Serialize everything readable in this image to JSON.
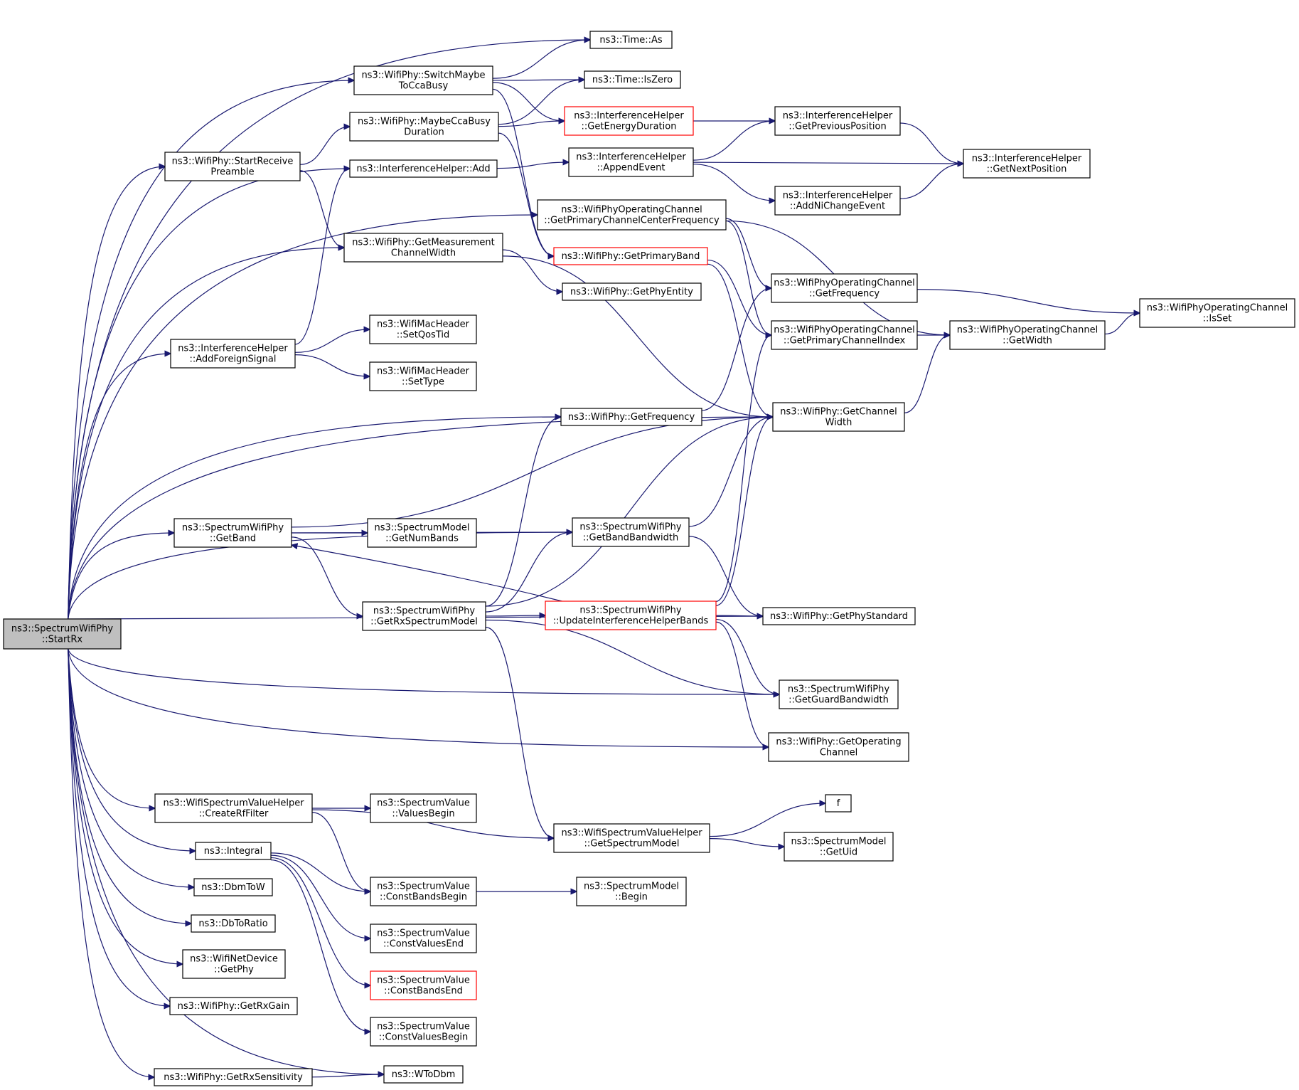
{
  "diagram": {
    "type": "call-graph",
    "root": "startrx",
    "colors": {
      "edge": "#191970",
      "node_border": "#000000",
      "truncated_border": "#ff0000",
      "root_fill": "#bfbfbf"
    },
    "nodes": [
      {
        "id": "startrx",
        "lines": [
          "ns3::SpectrumWifiPhy",
          "::StartRx"
        ],
        "root": true
      },
      {
        "id": "time-as",
        "lines": [
          "ns3::Time::As"
        ]
      },
      {
        "id": "switch-maybe-cca",
        "lines": [
          "ns3::WifiPhy::SwitchMaybe",
          "ToCcaBusy"
        ]
      },
      {
        "id": "time-iszero",
        "lines": [
          "ns3::Time::IsZero"
        ]
      },
      {
        "id": "maybe-cca-duration",
        "lines": [
          "ns3::WifiPhy::MaybeCcaBusy",
          "Duration"
        ]
      },
      {
        "id": "get-energy-duration",
        "lines": [
          "ns3::InterferenceHelper",
          "::GetEnergyDuration"
        ],
        "truncated": true
      },
      {
        "id": "get-previous-position",
        "lines": [
          "ns3::InterferenceHelper",
          "::GetPreviousPosition"
        ]
      },
      {
        "id": "start-receive-preamble",
        "lines": [
          "ns3::WifiPhy::StartReceive",
          "Preamble"
        ]
      },
      {
        "id": "ih-add",
        "lines": [
          "ns3::InterferenceHelper::Add"
        ]
      },
      {
        "id": "append-event",
        "lines": [
          "ns3::InterferenceHelper",
          "::AppendEvent"
        ]
      },
      {
        "id": "get-next-position",
        "lines": [
          "ns3::InterferenceHelper",
          "::GetNextPosition"
        ]
      },
      {
        "id": "add-ni-change-event",
        "lines": [
          "ns3::InterferenceHelper",
          "::AddNiChangeEvent"
        ]
      },
      {
        "id": "get-primary-channel-center-freq",
        "lines": [
          "ns3::WifiPhyOperatingChannel",
          "::GetPrimaryChannelCenterFrequency"
        ]
      },
      {
        "id": "get-measurement-channel-width",
        "lines": [
          "ns3::WifiPhy::GetMeasurement",
          "ChannelWidth"
        ]
      },
      {
        "id": "get-primary-band",
        "lines": [
          "ns3::WifiPhy::GetPrimaryBand"
        ],
        "truncated": true
      },
      {
        "id": "opch-get-frequency",
        "lines": [
          "ns3::WifiPhyOperatingChannel",
          "::GetFrequency"
        ]
      },
      {
        "id": "opch-isset",
        "lines": [
          "ns3::WifiPhyOperatingChannel",
          "::IsSet"
        ]
      },
      {
        "id": "get-phy-entity",
        "lines": [
          "ns3::WifiPhy::GetPhyEntity"
        ]
      },
      {
        "id": "opch-get-primary-channel-index",
        "lines": [
          "ns3::WifiPhyOperatingChannel",
          "::GetPrimaryChannelIndex"
        ]
      },
      {
        "id": "opch-get-width",
        "lines": [
          "ns3::WifiPhyOperatingChannel",
          "::GetWidth"
        ]
      },
      {
        "id": "add-foreign-signal",
        "lines": [
          "ns3::InterferenceHelper",
          "::AddForeignSignal"
        ]
      },
      {
        "id": "set-qos-tid",
        "lines": [
          "ns3::WifiMacHeader",
          "::SetQosTid"
        ]
      },
      {
        "id": "set-type",
        "lines": [
          "ns3::WifiMacHeader",
          "::SetType"
        ]
      },
      {
        "id": "wifiphy-get-frequency",
        "lines": [
          "ns3::WifiPhy::GetFrequency"
        ]
      },
      {
        "id": "get-channel-width",
        "lines": [
          "ns3::WifiPhy::GetChannel",
          "Width"
        ]
      },
      {
        "id": "spectrum-get-band",
        "lines": [
          "ns3::SpectrumWifiPhy",
          "::GetBand"
        ]
      },
      {
        "id": "get-num-bands",
        "lines": [
          "ns3::SpectrumModel",
          "::GetNumBands"
        ]
      },
      {
        "id": "get-band-bandwidth",
        "lines": [
          "ns3::SpectrumWifiPhy",
          "::GetBandBandwidth"
        ]
      },
      {
        "id": "get-rx-spectrum-model",
        "lines": [
          "ns3::SpectrumWifiPhy",
          "::GetRxSpectrumModel"
        ]
      },
      {
        "id": "update-interference-helper-bands",
        "lines": [
          "ns3::SpectrumWifiPhy",
          "::UpdateInterferenceHelperBands"
        ],
        "truncated": true
      },
      {
        "id": "get-phy-standard",
        "lines": [
          "ns3::WifiPhy::GetPhyStandard"
        ]
      },
      {
        "id": "get-guard-bandwidth",
        "lines": [
          "ns3::SpectrumWifiPhy",
          "::GetGuardBandwidth"
        ]
      },
      {
        "id": "get-operating-channel",
        "lines": [
          "ns3::WifiPhy::GetOperating",
          "Channel"
        ]
      },
      {
        "id": "create-rf-filter",
        "lines": [
          "ns3::WifiSpectrumValueHelper",
          "::CreateRfFilter"
        ]
      },
      {
        "id": "values-begin",
        "lines": [
          "ns3::SpectrumValue",
          "::ValuesBegin"
        ]
      },
      {
        "id": "f",
        "lines": [
          "f"
        ]
      },
      {
        "id": "get-spectrum-model",
        "lines": [
          "ns3::WifiSpectrumValueHelper",
          "::GetSpectrumModel"
        ]
      },
      {
        "id": "get-uid",
        "lines": [
          "ns3::SpectrumModel",
          "::GetUid"
        ]
      },
      {
        "id": "integral",
        "lines": [
          "ns3::Integral"
        ]
      },
      {
        "id": "const-bands-begin",
        "lines": [
          "ns3::SpectrumValue",
          "::ConstBandsBegin"
        ]
      },
      {
        "id": "sm-begin",
        "lines": [
          "ns3::SpectrumModel",
          "::Begin"
        ]
      },
      {
        "id": "dbm-to-w",
        "lines": [
          "ns3::DbmToW"
        ]
      },
      {
        "id": "db-to-ratio",
        "lines": [
          "ns3::DbToRatio"
        ]
      },
      {
        "id": "const-values-end",
        "lines": [
          "ns3::SpectrumValue",
          "::ConstValuesEnd"
        ]
      },
      {
        "id": "netdevice-get-phy",
        "lines": [
          "ns3::WifiNetDevice",
          "::GetPhy"
        ]
      },
      {
        "id": "const-bands-end",
        "lines": [
          "ns3::SpectrumValue",
          "::ConstBandsEnd"
        ],
        "truncated": true
      },
      {
        "id": "get-rx-gain",
        "lines": [
          "ns3::WifiPhy::GetRxGain"
        ]
      },
      {
        "id": "const-values-begin",
        "lines": [
          "ns3::SpectrumValue",
          "::ConstValuesBegin"
        ]
      },
      {
        "id": "get-rx-sensitivity",
        "lines": [
          "ns3::WifiPhy::GetRxSensitivity"
        ]
      },
      {
        "id": "w-to-dbm",
        "lines": [
          "ns3::WToDbm"
        ]
      }
    ],
    "edges": [
      [
        "startrx",
        "time-as"
      ],
      [
        "startrx",
        "switch-maybe-cca"
      ],
      [
        "startrx",
        "ih-add"
      ],
      [
        "startrx",
        "start-receive-preamble"
      ],
      [
        "startrx",
        "get-primary-channel-center-freq"
      ],
      [
        "startrx",
        "get-measurement-channel-width"
      ],
      [
        "startrx",
        "get-channel-width"
      ],
      [
        "startrx",
        "add-foreign-signal"
      ],
      [
        "startrx",
        "wifiphy-get-frequency"
      ],
      [
        "startrx",
        "spectrum-get-band"
      ],
      [
        "startrx",
        "get-band-bandwidth"
      ],
      [
        "startrx",
        "get-phy-standard"
      ],
      [
        "startrx",
        "get-guard-bandwidth"
      ],
      [
        "startrx",
        "get-operating-channel"
      ],
      [
        "startrx",
        "create-rf-filter"
      ],
      [
        "startrx",
        "integral"
      ],
      [
        "startrx",
        "dbm-to-w"
      ],
      [
        "startrx",
        "db-to-ratio"
      ],
      [
        "startrx",
        "netdevice-get-phy"
      ],
      [
        "startrx",
        "get-rx-gain"
      ],
      [
        "startrx",
        "get-rx-sensitivity"
      ],
      [
        "startrx",
        "w-to-dbm"
      ],
      [
        "switch-maybe-cca",
        "time-as"
      ],
      [
        "switch-maybe-cca",
        "time-iszero"
      ],
      [
        "switch-maybe-cca",
        "get-energy-duration"
      ],
      [
        "switch-maybe-cca",
        "get-primary-band"
      ],
      [
        "maybe-cca-duration",
        "time-iszero"
      ],
      [
        "maybe-cca-duration",
        "get-energy-duration"
      ],
      [
        "maybe-cca-duration",
        "get-primary-band"
      ],
      [
        "get-energy-duration",
        "get-previous-position"
      ],
      [
        "get-previous-position",
        "get-next-position"
      ],
      [
        "start-receive-preamble",
        "maybe-cca-duration"
      ],
      [
        "start-receive-preamble",
        "get-measurement-channel-width"
      ],
      [
        "ih-add",
        "append-event"
      ],
      [
        "append-event",
        "get-previous-position"
      ],
      [
        "append-event",
        "get-next-position"
      ],
      [
        "append-event",
        "add-ni-change-event"
      ],
      [
        "add-ni-change-event",
        "get-next-position"
      ],
      [
        "get-primary-channel-center-freq",
        "opch-get-frequency"
      ],
      [
        "get-primary-channel-center-freq",
        "opch-get-primary-channel-index"
      ],
      [
        "get-primary-channel-center-freq",
        "opch-get-width"
      ],
      [
        "get-measurement-channel-width",
        "get-phy-entity"
      ],
      [
        "get-measurement-channel-width",
        "get-channel-width"
      ],
      [
        "get-primary-band",
        "opch-get-primary-channel-index"
      ],
      [
        "get-primary-band",
        "get-channel-width"
      ],
      [
        "opch-get-frequency",
        "opch-isset"
      ],
      [
        "opch-get-primary-channel-index",
        "opch-get-width"
      ],
      [
        "opch-get-width",
        "opch-isset"
      ],
      [
        "get-channel-width",
        "opch-get-width"
      ],
      [
        "add-foreign-signal",
        "ih-add"
      ],
      [
        "add-foreign-signal",
        "set-qos-tid"
      ],
      [
        "add-foreign-signal",
        "set-type"
      ],
      [
        "wifiphy-get-frequency",
        "opch-get-frequency"
      ],
      [
        "spectrum-get-band",
        "get-channel-width"
      ],
      [
        "spectrum-get-band",
        "get-num-bands"
      ],
      [
        "spectrum-get-band",
        "get-band-bandwidth"
      ],
      [
        "spectrum-get-band",
        "get-rx-spectrum-model"
      ],
      [
        "get-band-bandwidth",
        "get-channel-width"
      ],
      [
        "get-band-bandwidth",
        "get-phy-standard"
      ],
      [
        "get-rx-spectrum-model",
        "wifiphy-get-frequency"
      ],
      [
        "get-rx-spectrum-model",
        "get-band-bandwidth"
      ],
      [
        "get-rx-spectrum-model",
        "get-channel-width"
      ],
      [
        "get-rx-spectrum-model",
        "update-interference-helper-bands"
      ],
      [
        "get-rx-spectrum-model",
        "get-guard-bandwidth"
      ],
      [
        "get-rx-spectrum-model",
        "get-spectrum-model"
      ],
      [
        "update-interference-helper-bands",
        "spectrum-get-band"
      ],
      [
        "update-interference-helper-bands",
        "opch-get-primary-channel-index"
      ],
      [
        "update-interference-helper-bands",
        "get-channel-width"
      ],
      [
        "update-interference-helper-bands",
        "get-phy-standard"
      ],
      [
        "update-interference-helper-bands",
        "get-guard-bandwidth"
      ],
      [
        "update-interference-helper-bands",
        "get-operating-channel"
      ],
      [
        "create-rf-filter",
        "values-begin"
      ],
      [
        "create-rf-filter",
        "get-spectrum-model"
      ],
      [
        "create-rf-filter",
        "const-bands-begin"
      ],
      [
        "get-spectrum-model",
        "f"
      ],
      [
        "get-spectrum-model",
        "get-uid"
      ],
      [
        "integral",
        "const-bands-begin"
      ],
      [
        "integral",
        "const-values-end"
      ],
      [
        "integral",
        "const-bands-end"
      ],
      [
        "integral",
        "const-values-begin"
      ],
      [
        "const-bands-begin",
        "sm-begin"
      ],
      [
        "get-rx-sensitivity",
        "w-to-dbm"
      ]
    ]
  }
}
